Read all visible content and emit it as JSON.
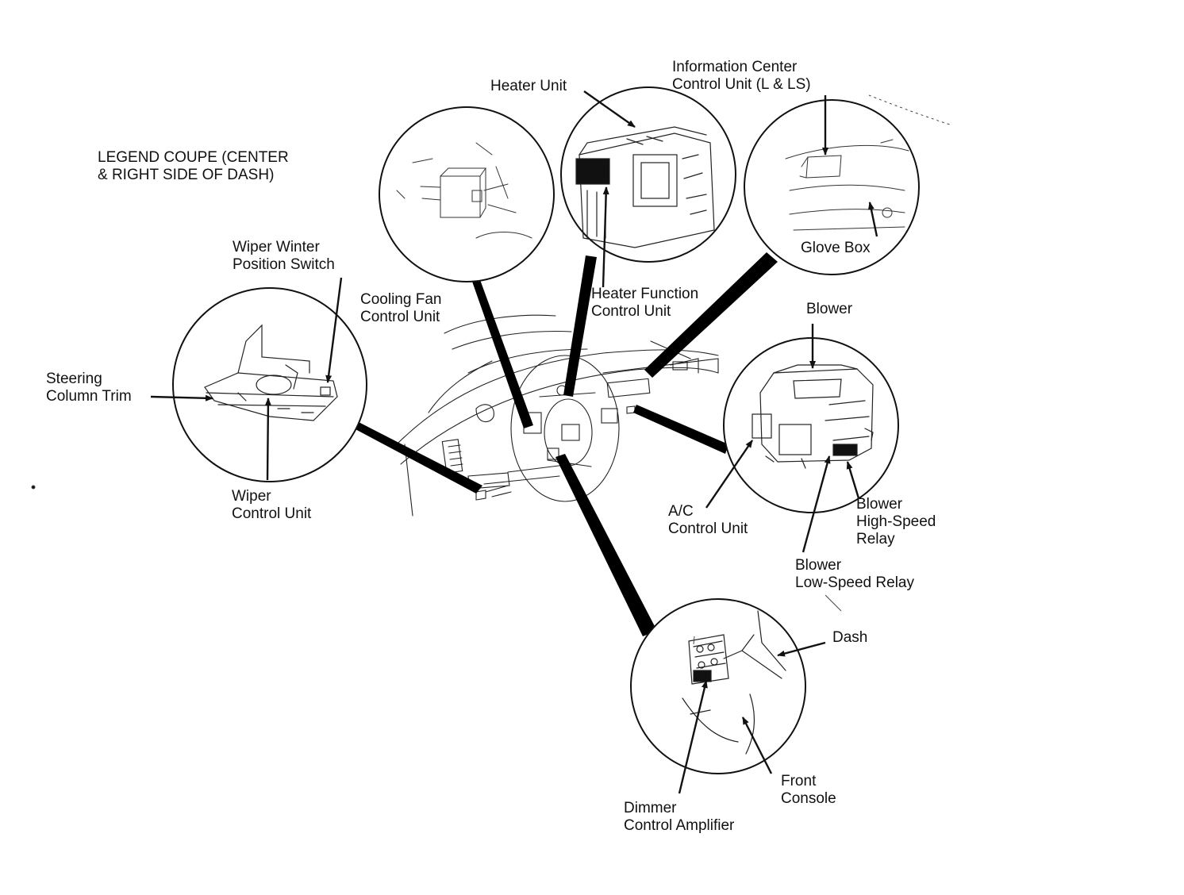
{
  "diagram": {
    "title": {
      "line1": "LEGEND COUPE (CENTER",
      "line2": "& RIGHT SIDE OF DASH)"
    },
    "labels": {
      "heater_unit": "Heater Unit",
      "information_center": {
        "line1": "Information Center",
        "line2": "Control Unit (L & LS)"
      },
      "wiper_winter": {
        "line1": "Wiper Winter",
        "line2": "Position Switch"
      },
      "cooling_fan": {
        "line1": "Cooling Fan",
        "line2": "Control Unit"
      },
      "heater_function": {
        "line1": "Heater Function",
        "line2": "Control Unit"
      },
      "glove_box": "Glove Box",
      "blower": "Blower",
      "steering_trim": {
        "line1": "Steering",
        "line2": "Column Trim"
      },
      "wiper_control": {
        "line1": "Wiper",
        "line2": "Control Unit"
      },
      "ac_control": {
        "line1": "A/C",
        "line2": "Control Unit"
      },
      "blower_high": {
        "line1": "Blower",
        "line2": "High-Speed",
        "line3": "Relay"
      },
      "blower_low": {
        "line1": "Blower",
        "line2": "Low-Speed Relay"
      },
      "dash": "Dash",
      "front_console": {
        "line1": "Front",
        "line2": "Console"
      },
      "dimmer": {
        "line1": "Dimmer",
        "line2": "Control Amplifier"
      }
    }
  }
}
